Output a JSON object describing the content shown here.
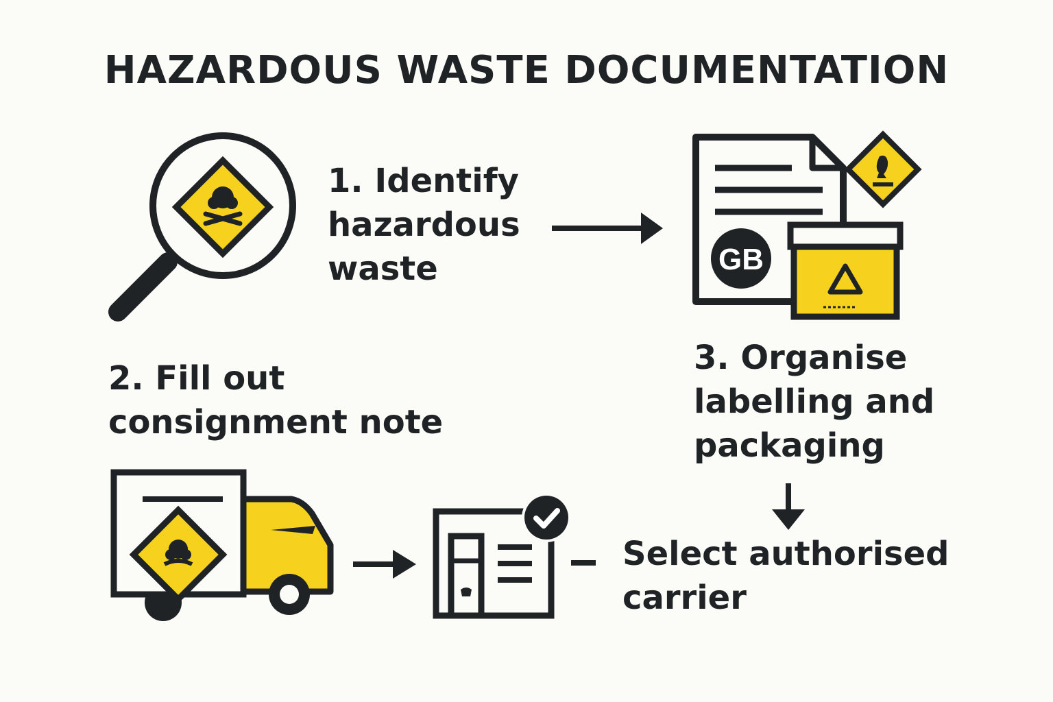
{
  "title": "HAZARDOUS WASTE DOCUMENTATION",
  "colors": {
    "accent": "#f6d21f",
    "ink": "#1f2326",
    "background": "#fbfbf7"
  },
  "steps": [
    {
      "lines": [
        "1. Identify",
        "hazardous",
        "waste"
      ],
      "icon": "magnifier-hazard-icon"
    },
    {
      "lines": [
        "2.  Fill out",
        "consignment note"
      ],
      "icon": "truck-document-icon"
    },
    {
      "lines": [
        "3. Organise",
        "labelling and",
        "packaging"
      ],
      "icon": "document-gb-box-icon"
    },
    {
      "lines": [
        "Select authorised",
        "carrier"
      ],
      "icon": "carrier-form-check-icon"
    }
  ],
  "labels": {
    "gb": "GB"
  }
}
